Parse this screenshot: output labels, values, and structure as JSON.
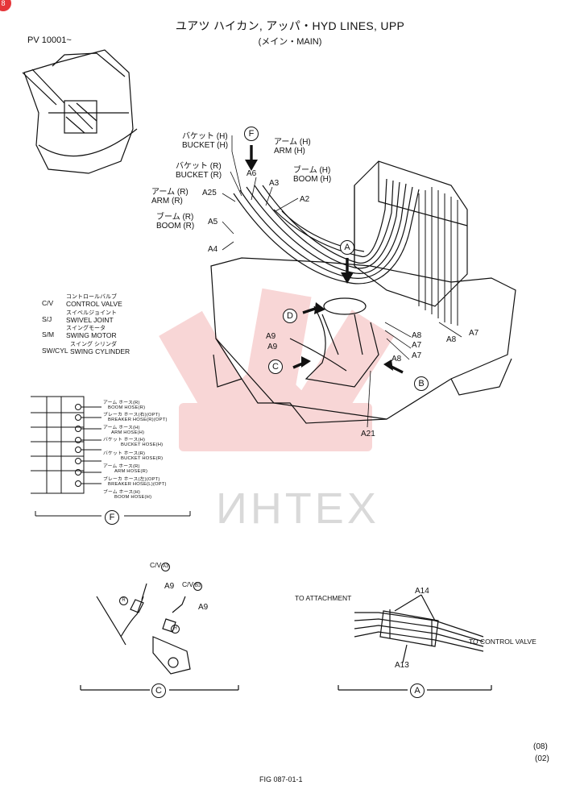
{
  "badge": "8",
  "header": {
    "title": "ユアツ ハイカン, アッパ・HYD LINES, UPP",
    "subtitle": "(メイン・MAIN)",
    "serial": "PV 10001~"
  },
  "watermark": "ИНТЕХ",
  "main": {
    "hose_labels": [
      {
        "jp": "バケット (H)",
        "en": "BUCKET (H)"
      },
      {
        "jp": "バケット (R)",
        "en": "BUCKET (R)"
      },
      {
        "jp": "アーム (R)",
        "en": "ARM (R)"
      },
      {
        "jp": "ブーム (R)",
        "en": "BOOM (R)"
      },
      {
        "jp": "アーム (H)",
        "en": "ARM (H)"
      },
      {
        "jp": "ブーム (H)",
        "en": "BOOM (H)"
      }
    ],
    "part_refs": [
      "A6",
      "A3",
      "A2",
      "A25",
      "A5",
      "A4",
      "A9",
      "A9",
      "A8",
      "A7",
      "A8",
      "A7",
      "A8",
      "A7",
      "A21"
    ],
    "view_markers": [
      "F",
      "A",
      "D",
      "C",
      "B"
    ]
  },
  "legend": [
    {
      "abbr": "C/V",
      "jp": "コントロールバルブ",
      "en": "CONTROL VALVE"
    },
    {
      "abbr": "S/J",
      "jp": "スイベルジョイント",
      "en": "SWIVEL JOINT"
    },
    {
      "abbr": "S/M",
      "jp": "スイングモータ",
      "en": "SWING MOTOR"
    },
    {
      "abbr": "SW/CYL",
      "jp": "スイング シリンダ",
      "en": "SWING CYLINDER"
    }
  ],
  "view_f": {
    "marker": "F",
    "rows": [
      {
        "jp": "アーム ホース(R)",
        "en": "BOOM HOSE(R)"
      },
      {
        "jp": "ブレーカ ホース(右)(OPT)",
        "en": "BREAKER HOSE(R)(OPT)"
      },
      {
        "jp": "アーム ホース(H)",
        "en": "ARM HOSE(H)"
      },
      {
        "jp": "バケット ホース(H)",
        "en": "BUCKET HOSE(H)"
      },
      {
        "jp": "バケット ホース(R)",
        "en": "BUCKET HOSE(R)"
      },
      {
        "jp": "アーム ホース(R)",
        "en": "ARM HOSE(R)"
      },
      {
        "jp": "ブレーカ ホース(左)(OPT)",
        "en": "BREAKER HOSE(L)(OPT)"
      },
      {
        "jp": "ブーム ホース(H)",
        "en": "BOOM HOSE(H)"
      }
    ]
  },
  "view_c": {
    "marker": "C",
    "cv_a3_prefix": "C/V",
    "cv_a3_code": "A3",
    "cv_b3_prefix": "C/V",
    "cv_b3_code": "B3",
    "ref1": "A9",
    "ref2": "A9",
    "r_tag": "R",
    "h_tag": "H"
  },
  "view_a": {
    "marker": "A",
    "to_attachment": "TO ATTACHMENT",
    "to_control_valve": "TO CONTROL VALVE",
    "ref_a14": "A14",
    "ref_a13": "A13"
  },
  "footer": {
    "fig": "FIG 087-01-1",
    "page_a": "(08)",
    "page_b": "(02)"
  }
}
